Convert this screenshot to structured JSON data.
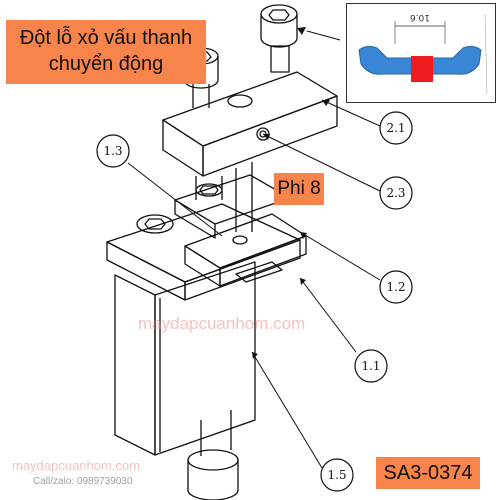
{
  "title": {
    "line1": "Đột lỗ xỏ vấu thanh",
    "line2": "chuyển động"
  },
  "callouts": {
    "c13": "1.3",
    "c21": "2.1",
    "c23": "2.3",
    "c12": "1.2",
    "c11": "1.1",
    "c15": "1.5"
  },
  "phi_label": "Phi 8",
  "part_code": "SA3-0374",
  "inset": {
    "dimension": "10.6"
  },
  "watermark": {
    "text1": "maydapcuanhom.com",
    "text2": "maydapcuanhom.com"
  },
  "contact": "Call/zalo: 0989739030",
  "colors": {
    "accent": "#f7844a",
    "profile": "#3a86d6",
    "punch": "#ee1c1c"
  }
}
